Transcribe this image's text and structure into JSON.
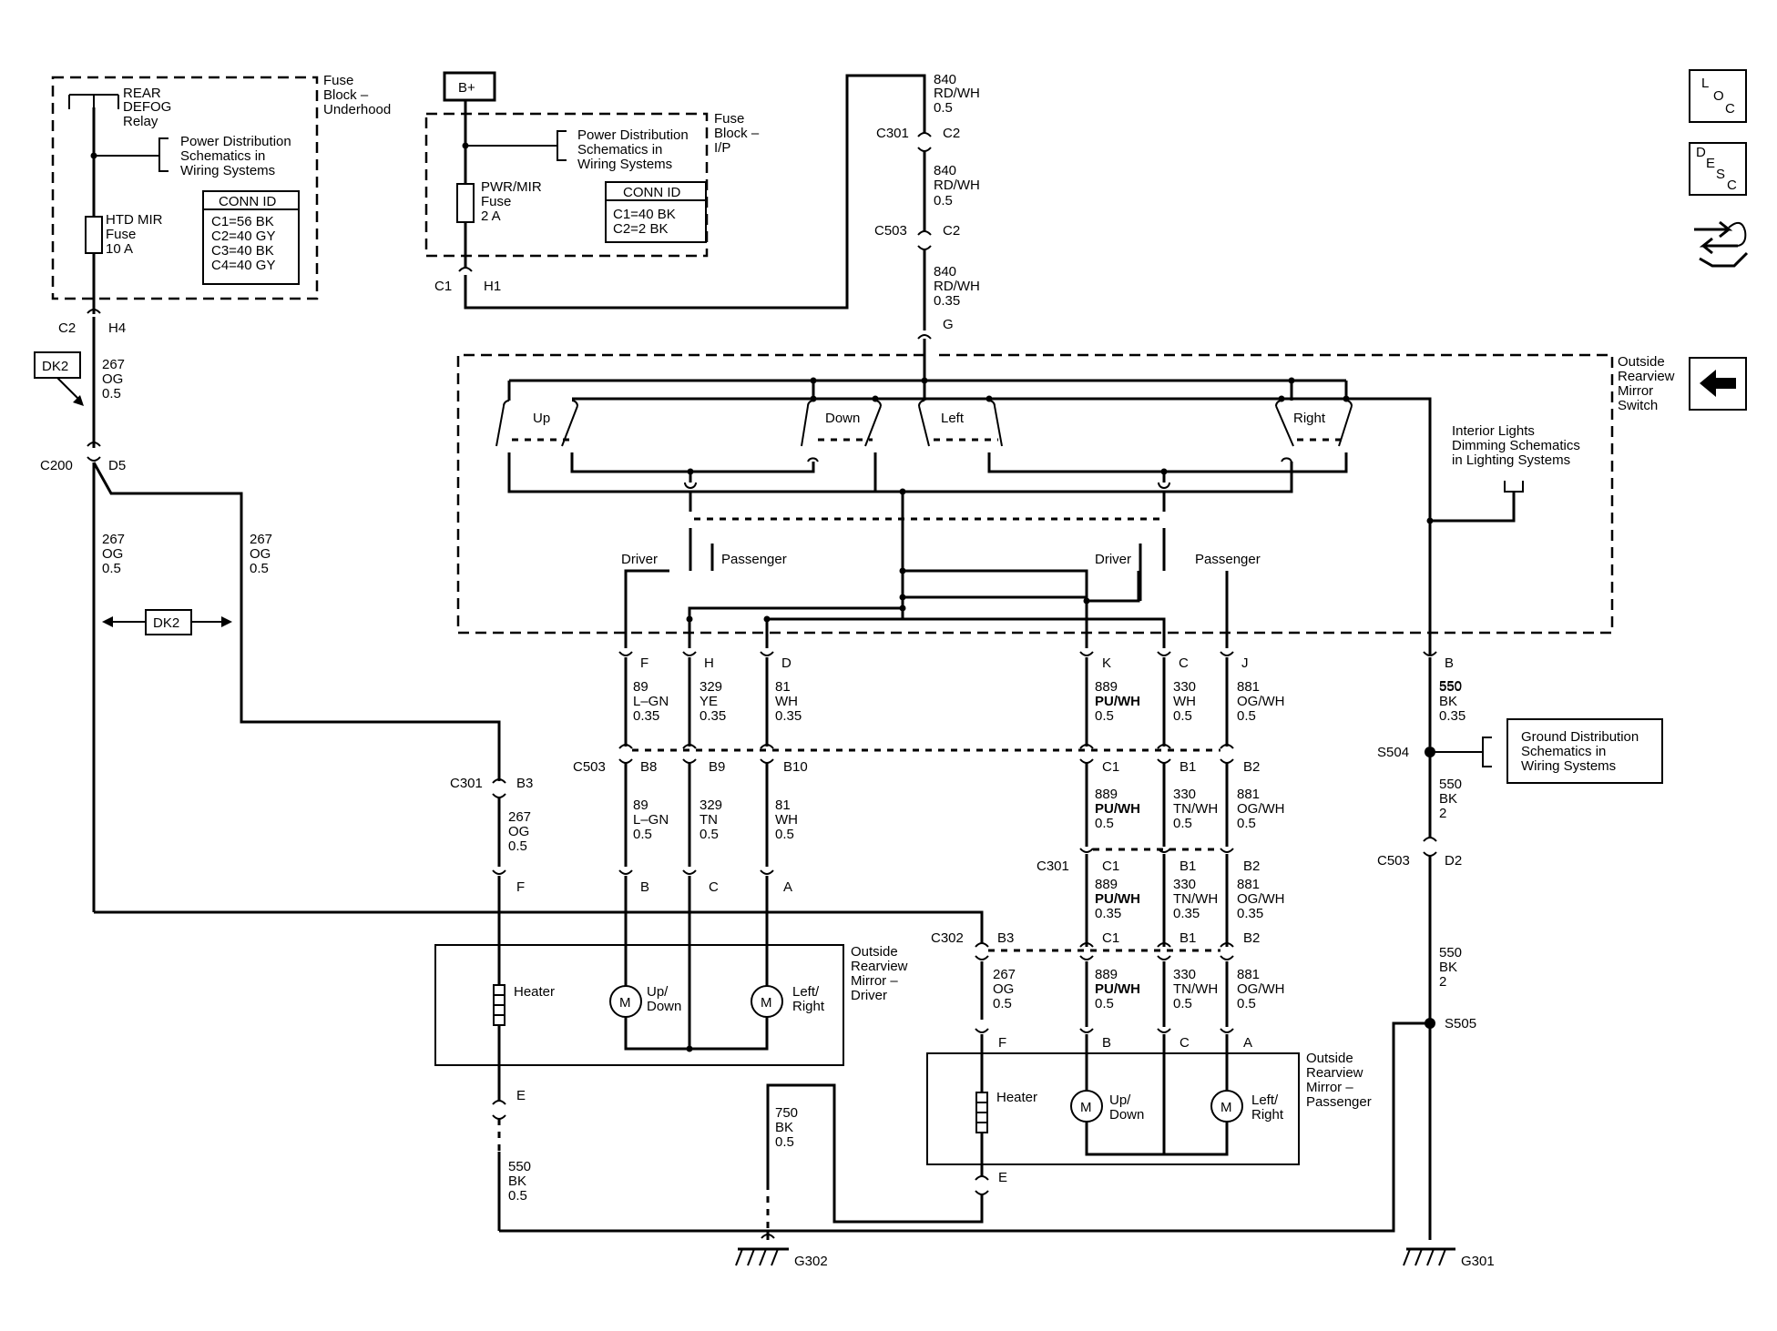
{
  "title": "Outside Rearview Mirror Switch schematic",
  "fuse_block_underhood": {
    "name_lines": [
      "Fuse",
      "Block –",
      "Underhood"
    ],
    "relay_lines": [
      "REAR",
      "DEFOG",
      "Relay"
    ],
    "power_ref_lines": [
      "Power Distribution",
      "Schematics in",
      "Wiring Systems"
    ],
    "fuse_lines": [
      "HTD MIR",
      "Fuse",
      "10 A"
    ],
    "conn_id_header": "CONN ID",
    "conn_id_rows": [
      "C1=56 BK",
      "C2=40 GY",
      "C3=40 BK",
      "C4=40 GY"
    ]
  },
  "fuse_block_ip": {
    "battery_label": "B+",
    "name_lines": [
      "Fuse",
      "Block –",
      "I/P"
    ],
    "power_ref_lines": [
      "Power Distribution",
      "Schematics in",
      "Wiring Systems"
    ],
    "fuse_lines": [
      "PWR/MIR",
      "Fuse",
      "2 A"
    ],
    "conn_id_header": "CONN ID",
    "conn_id_rows": [
      "C1=40 BK",
      "C2=2 BK"
    ]
  },
  "connectors": {
    "c1": "C1",
    "h1": "H1",
    "c2": "C2",
    "h4": "H4",
    "c200": "C200",
    "d5": "D5",
    "c301_top": "C301",
    "c2_top": "C2",
    "c503_top": "C503",
    "c2_top2": "C2",
    "g": "G",
    "c301_left": "C301",
    "b3_left": "B3",
    "f_left": "F",
    "e_left": "E",
    "c503_mid": "C503",
    "b8": "B8",
    "b9": "B9",
    "b10": "B10",
    "b_drv": "B",
    "c_drv": "C",
    "a_drv": "A",
    "f_sw": "F",
    "h_sw": "H",
    "d_sw": "D",
    "k_sw": "K",
    "c_sw": "C",
    "j_sw": "J",
    "b_sw": "B",
    "c1_mid": "C1",
    "b1_mid": "B1",
    "b2_mid": "B2",
    "c301_right": "C301",
    "c1_c301": "C1",
    "b1_c301": "B1",
    "b2_c301": "B2",
    "c302": "C302",
    "b3_c302": "B3",
    "c1_c302": "C1",
    "b1_c302": "B1",
    "b2_c302": "B2",
    "f_pass": "F",
    "b_pass": "B",
    "c_pass": "C",
    "a_pass": "A",
    "e_pass": "E",
    "s504": "S504",
    "c503_gnd": "C503",
    "d2": "D2",
    "s505": "S505",
    "g302": "G302",
    "g301": "G301"
  },
  "wires": {
    "w840a": [
      "840",
      "RD/WH",
      "0.5"
    ],
    "w840b": [
      "840",
      "RD/WH",
      "0.5"
    ],
    "w840c": [
      "840",
      "RD/WH",
      "0.35"
    ],
    "w267a": [
      "267",
      "OG",
      "0.5"
    ],
    "w267b": [
      "267",
      "OG",
      "0.5"
    ],
    "w267c": [
      "267",
      "OG",
      "0.5"
    ],
    "w267d": [
      "267",
      "OG",
      "0.5"
    ],
    "w267e": [
      "267",
      "OG",
      "0.5"
    ],
    "w89a": [
      "89",
      "L–GN",
      "0.35"
    ],
    "w329a": [
      "329",
      "YE",
      "0.35"
    ],
    "w81a": [
      "81",
      "WH",
      "0.35"
    ],
    "w889a": [
      "889",
      "PU/WH",
      "0.5"
    ],
    "w330a": [
      "330",
      "WH",
      "0.5"
    ],
    "w881a": [
      "881",
      "OG/WH",
      "0.5"
    ],
    "w550a": [
      "550",
      "BK",
      "0.35"
    ],
    "w89b": [
      "89",
      "L–GN",
      "0.5"
    ],
    "w329b": [
      "329",
      "TN",
      "0.5"
    ],
    "w81b": [
      "81",
      "WH",
      "0.5"
    ],
    "w889b": [
      "889",
      "PU/WH",
      "0.5"
    ],
    "w330b": [
      "330",
      "TN/WH",
      "0.5"
    ],
    "w881b": [
      "881",
      "OG/WH",
      "0.5"
    ],
    "w889c": [
      "889",
      "PU/WH",
      "0.35"
    ],
    "w330c": [
      "330",
      "TN/WH",
      "0.35"
    ],
    "w881c": [
      "881",
      "OG/WH",
      "0.35"
    ],
    "w889d": [
      "889",
      "PU/WH",
      "0.5"
    ],
    "w330d": [
      "330",
      "TN/WH",
      "0.5"
    ],
    "w881d": [
      "881",
      "OG/WH",
      "0.5"
    ],
    "w550b": [
      "550",
      "BK",
      "2"
    ],
    "w550c": [
      "550",
      "BK",
      "2"
    ],
    "w550d": [
      "550",
      "BK",
      "0.5"
    ],
    "w750": [
      "750",
      "BK",
      "0.5"
    ]
  },
  "switch": {
    "name_lines": [
      "Outside",
      "Rearview",
      "Mirror",
      "Switch"
    ],
    "up": "Up",
    "down": "Down",
    "left": "Left",
    "right": "Right",
    "driver_a": "Driver",
    "passenger_a": "Passenger",
    "driver_b": "Driver",
    "passenger_b": "Passenger",
    "interior_lines": [
      "Interior Lights",
      "Dimming Schematics",
      "in Lighting Systems"
    ]
  },
  "mirror_driver": {
    "name_lines": [
      "Outside",
      "Rearview",
      "Mirror –",
      "Driver"
    ],
    "heater": "Heater",
    "motor1_lines": [
      "Up/",
      "Down"
    ],
    "motor2_lines": [
      "Left/",
      "Right"
    ],
    "motor_symbol": "M"
  },
  "mirror_passenger": {
    "name_lines": [
      "Outside",
      "Rearview",
      "Mirror –",
      "Passenger"
    ],
    "heater": "Heater",
    "motor1_lines": [
      "Up/",
      "Down"
    ],
    "motor2_lines": [
      "Left/",
      "Right"
    ],
    "motor_symbol": "M"
  },
  "ground_ref_lines": [
    "Ground Distribution",
    "Schematics in",
    "Wiring Systems"
  ],
  "dk2": "DK2",
  "dk2b": "DK2",
  "icons": {
    "loc_letters": [
      "L",
      "O",
      "C"
    ],
    "desc_letters": [
      "D",
      "E",
      "S",
      "C"
    ]
  }
}
